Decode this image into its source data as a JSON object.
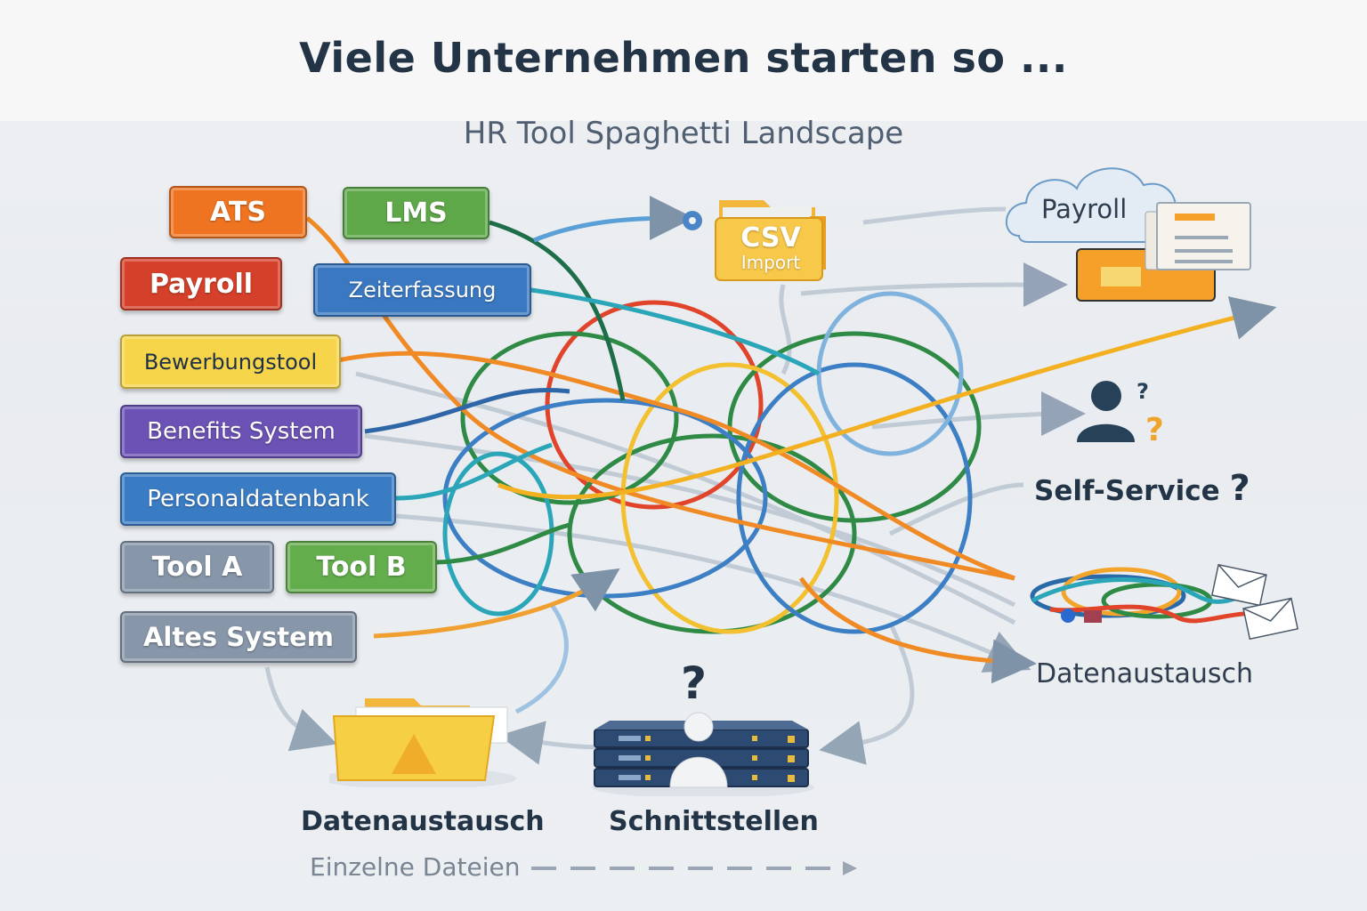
{
  "header": {
    "title": "Viele Unternehmen starten so ...",
    "subtitle": "HR Tool Spaghetti Landscape"
  },
  "tools": [
    {
      "id": "ats",
      "label": "ATS",
      "color": "#ee7421"
    },
    {
      "id": "lms",
      "label": "LMS",
      "color": "#5fa84a"
    },
    {
      "id": "payroll",
      "label": "Payroll",
      "color": "#d5402a"
    },
    {
      "id": "zeiterfassung",
      "label": "Zeiterfassung",
      "color": "#3a78c2"
    },
    {
      "id": "bewerbungstool",
      "label": "Bewerbungstool",
      "color": "#f7d54a"
    },
    {
      "id": "benefits",
      "label": "Benefits System",
      "color": "#6b52b4"
    },
    {
      "id": "personaldatenbank",
      "label": "Personaldatenbank",
      "color": "#3a7cc4"
    },
    {
      "id": "tool-a",
      "label": "Tool A",
      "color": "#8796a8"
    },
    {
      "id": "tool-b",
      "label": "Tool B",
      "color": "#64ad4d"
    },
    {
      "id": "altes-system",
      "label": "Altes System",
      "color": "#8796a8"
    }
  ],
  "targets": {
    "csv": {
      "line1": "CSV",
      "line2": "Import"
    },
    "payroll_cloud": {
      "label": "Payroll"
    },
    "self_service": {
      "label": "Self-Service",
      "mark": "?"
    },
    "datenaustausch_right": {
      "label": "Datenaustausch"
    },
    "datenaustausch_bottom": {
      "label": "Datenaustausch"
    },
    "schnittstellen": {
      "label": "Schnittstellen",
      "mark": "?"
    }
  },
  "footer": {
    "caption": "Einzelne Dateien"
  },
  "colors": {
    "title": "#233447",
    "wire_red": "#e0442a",
    "wire_green": "#2f8a45",
    "wire_blue": "#3c7fc4",
    "wire_yellow": "#f3c02f",
    "wire_orange": "#f08a24",
    "wire_teal": "#2aa6b8",
    "wire_grey": "#9fb0c0"
  }
}
